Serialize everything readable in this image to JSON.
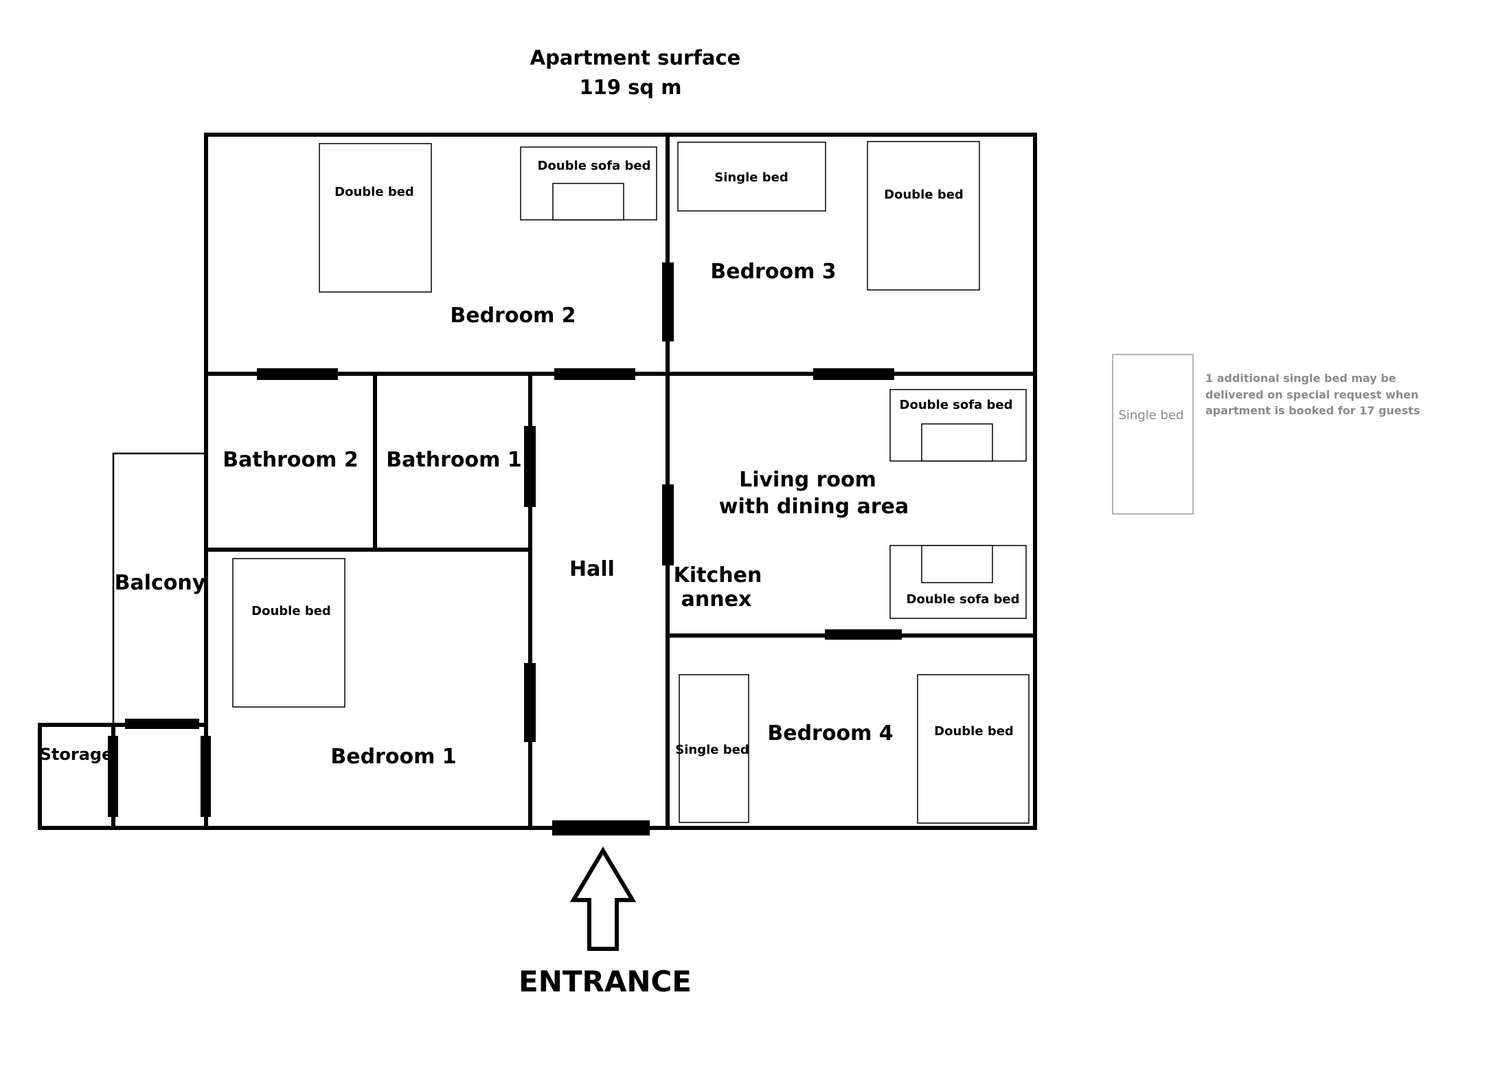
{
  "header": {
    "title": "Apartment surface",
    "area": "119 sq m"
  },
  "rooms": {
    "bedroom_2": "Bedroom 2",
    "bedroom_3": "Bedroom 3",
    "bathroom_2": "Bathroom 2",
    "bathroom_1": "Bathroom 1",
    "hall": "Hall",
    "living_line1": "Living room",
    "living_line2": "with dining area",
    "kitchen_line1": "Kitchen",
    "kitchen_line2": "annex",
    "balcony": "Balcony",
    "storage": "Storage",
    "bedroom_1": "Bedroom 1",
    "bedroom_4": "Bedroom 4"
  },
  "furniture": {
    "double_bed": "Double bed",
    "double_sofa_bed": "Double sofa bed",
    "single_bed": "Single bed"
  },
  "entrance": "ENTRANCE",
  "extra": {
    "bed_label": "Single bed",
    "note_line1": "1 additional single bed may be",
    "note_line2": "delivered on special request when",
    "note_line3": "apartment is booked for 17 guests"
  }
}
